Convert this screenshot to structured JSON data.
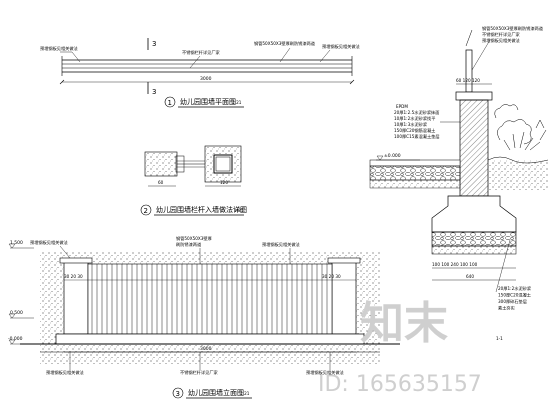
{
  "plan": {
    "title": "幼儿园围墙平面图",
    "scale": "1:21",
    "number": "1",
    "dim_total": "3000",
    "section_mark_top": "3",
    "section_mark_bottom": "3",
    "leader_left": "预埋钢板见相关做法",
    "leader_mid": "不锈钢栏杆详见厂家",
    "leader_right": "预埋钢板见相关做法",
    "leader_center": "钢管50X50X3壁厚刷防锈漆两道"
  },
  "detail": {
    "title": "幼儿园围墙栏杆入墙做法详图",
    "scale": "1:21",
    "number": "2"
  },
  "elevation": {
    "title": "幼儿园围墙立面图",
    "scale": "1:21",
    "number": "3",
    "level_top": "1.500",
    "level_mid": "0.500",
    "level_bottom": "-0.000",
    "dim_total": "3000",
    "dim_bottom": "3000",
    "post_dims": "30 20 30",
    "leader_tl": "预埋钢板见相关做法",
    "leader_tm1": "钢管50X50X3壁厚",
    "leader_tm2": "刷防锈漆两道",
    "leader_tr": "预埋钢板见相关做法",
    "leader_bl": "预埋钢板见相关做法",
    "leader_bm": "不锈钢栏杆详见厂家",
    "leader_br": "预埋钢板见相关做法"
  },
  "section": {
    "dim_top": [
      "60",
      "120",
      "120"
    ],
    "dim_bottom": [
      "100",
      "100",
      "240",
      "100",
      "100"
    ],
    "dim_bottom_total": "640",
    "level": "±0.000",
    "left_label": "EPDM",
    "notes_left": [
      "20厚1:2.5水泥砂浆抹面",
      "10厚1:2水泥砂浆找平",
      "10厚1:3水泥砂浆",
      "150厚C20钢筋混凝土",
      "100厚C15素混凝土垫层"
    ],
    "notes_top": [
      "钢管50X50X3壁厚刷防锈漆两道",
      "不锈钢栏杆详见厂家",
      "预埋钢板见相关做法"
    ],
    "notes_bottom": [
      "20厚1:2水泥砂浆",
      "150厚C20混凝土",
      "300厚碎石垫层",
      "素土夯实"
    ],
    "side_label": "1-1"
  },
  "watermark": {
    "brand": "知末",
    "id": "ID: 165635157"
  }
}
